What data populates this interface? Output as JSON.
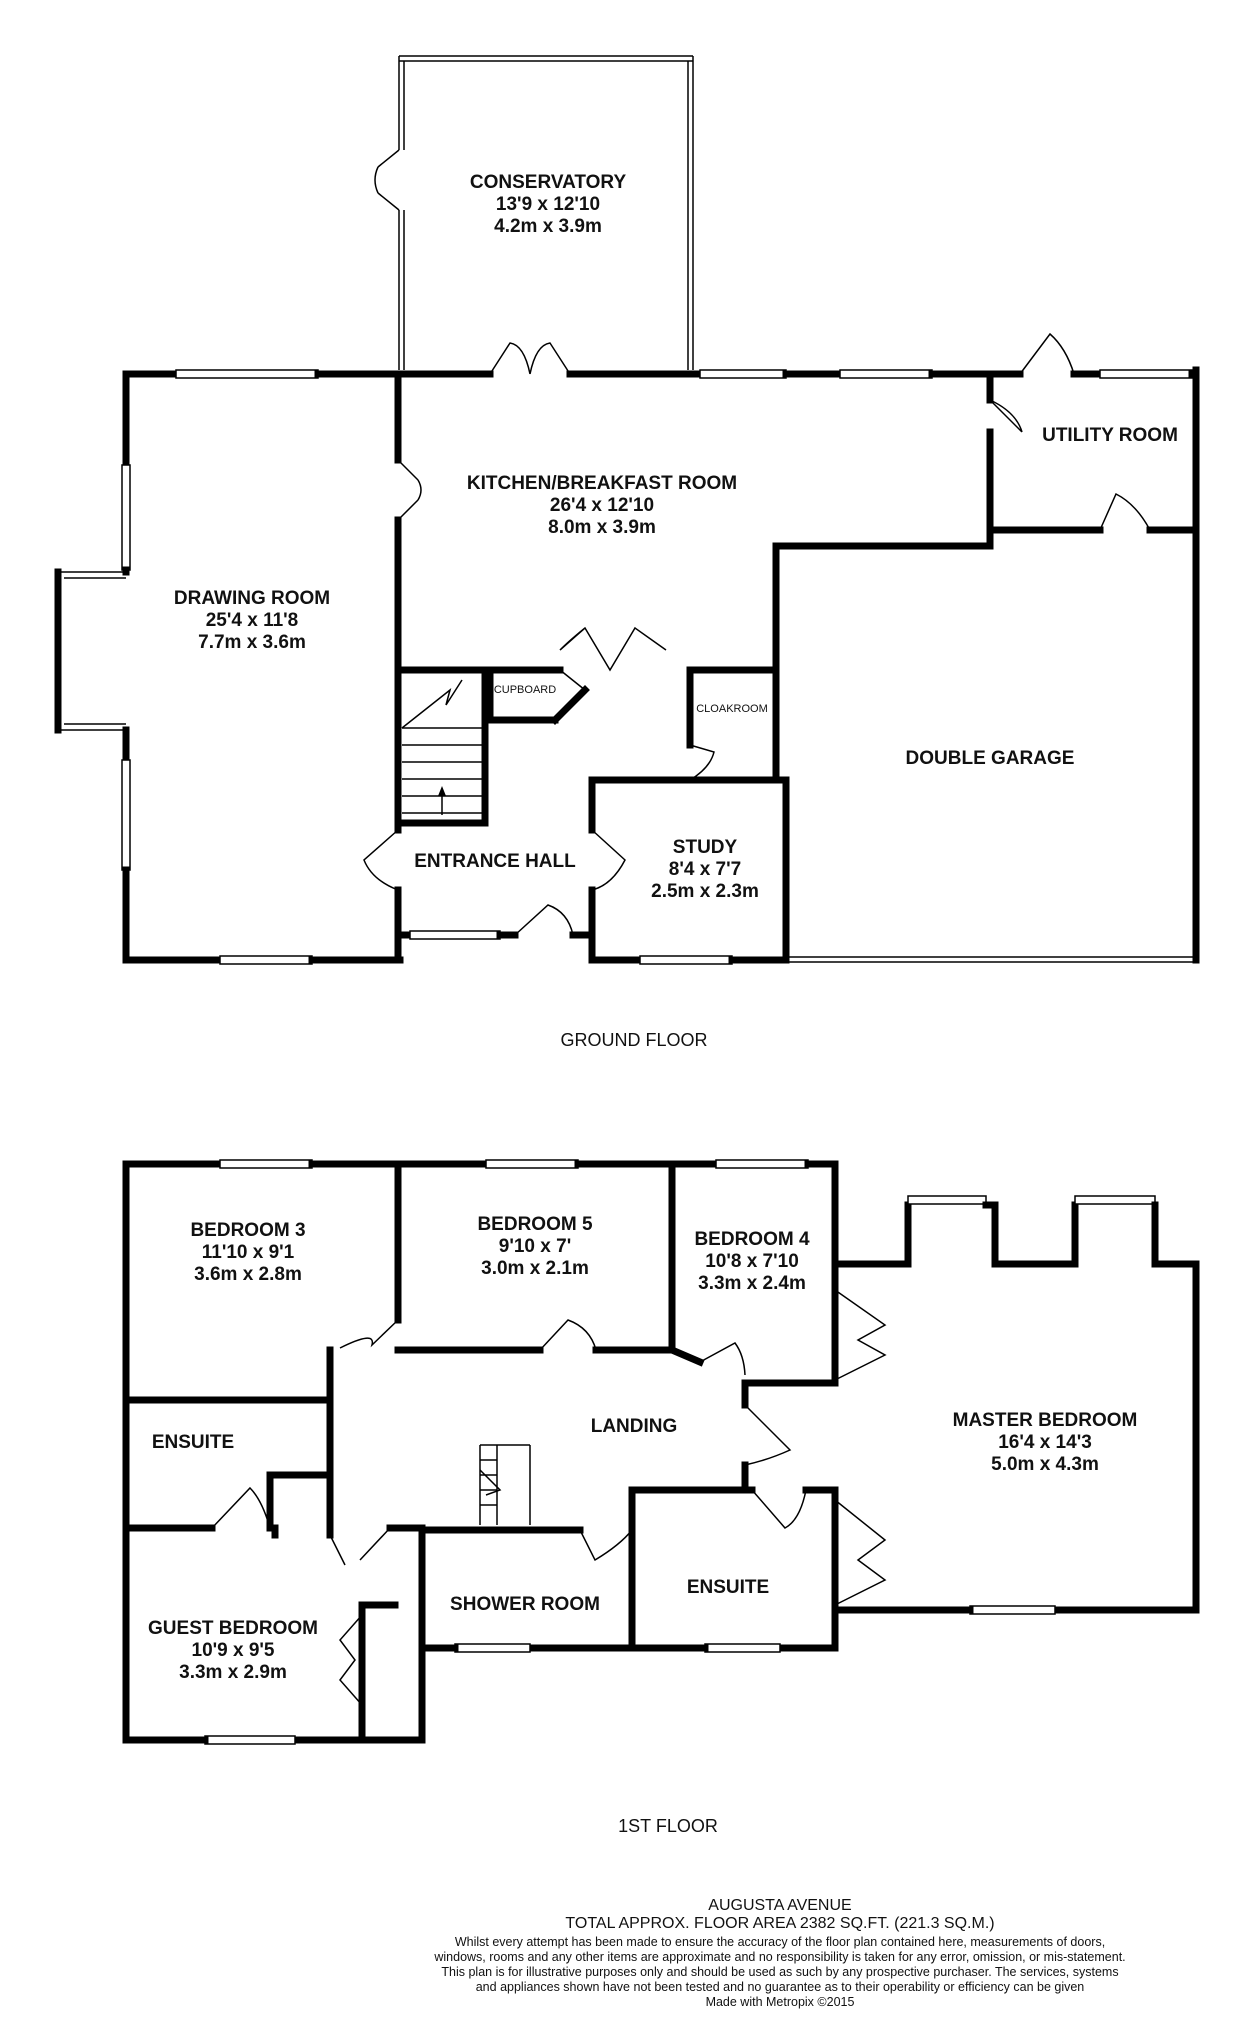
{
  "ground_floor": {
    "caption": "GROUND FLOOR",
    "rooms": {
      "conservatory": {
        "name": "CONSERVATORY",
        "imperial": "13'9 x 12'10",
        "metric": "4.2m x 3.9m"
      },
      "kitchen": {
        "name": "KITCHEN/BREAKFAST ROOM",
        "imperial": "26'4 x 12'10",
        "metric": "8.0m x 3.9m"
      },
      "utility": {
        "name": "UTILITY ROOM"
      },
      "drawing": {
        "name": "DRAWING ROOM",
        "imperial": "25'4 x 11'8",
        "metric": "7.7m x 3.6m"
      },
      "cupboard": {
        "name": "CUPBOARD"
      },
      "cloakroom": {
        "name": "CLOAKROOM"
      },
      "garage": {
        "name": "DOUBLE GARAGE"
      },
      "study": {
        "name": "STUDY",
        "imperial": "8'4 x 7'7",
        "metric": "2.5m x 2.3m"
      },
      "hall": {
        "name": "ENTRANCE HALL"
      }
    }
  },
  "first_floor": {
    "caption": "1ST FLOOR",
    "rooms": {
      "bedroom3": {
        "name": "BEDROOM 3",
        "imperial": "11'10 x 9'1",
        "metric": "3.6m x 2.8m"
      },
      "bedroom5": {
        "name": "BEDROOM 5",
        "imperial": "9'10 x 7'",
        "metric": "3.0m x 2.1m"
      },
      "bedroom4": {
        "name": "BEDROOM 4",
        "imperial": "10'8 x 7'10",
        "metric": "3.3m x 2.4m"
      },
      "master": {
        "name": "MASTER BEDROOM",
        "imperial": "16'4 x 14'3",
        "metric": "5.0m x 4.3m"
      },
      "landing": {
        "name": "LANDING"
      },
      "ensuite_left": {
        "name": "ENSUITE"
      },
      "guest": {
        "name": "GUEST BEDROOM",
        "imperial": "10'9 x 9'5",
        "metric": "3.3m x 2.9m"
      },
      "shower": {
        "name": "SHOWER ROOM"
      },
      "ensuite_mid": {
        "name": "ENSUITE"
      }
    }
  },
  "footer": {
    "address": "AUGUSTA AVENUE",
    "area": "TOTAL APPROX. FLOOR AREA 2382 SQ.FT. (221.3 SQ.M.)",
    "disclaimer": "Whilst every attempt has been made to ensure the accuracy of the floor plan contained here, measurements of doors, windows, rooms and any other items are approximate and no responsibility is taken for any error, omission, or mis-statement. This plan is for illustrative purposes only and should be used as such by any prospective purchaser. The services, systems and appliances shown have not been tested and no guarantee as to their operability or efficiency can be given",
    "credit": "Made with Metropix ©2015"
  }
}
